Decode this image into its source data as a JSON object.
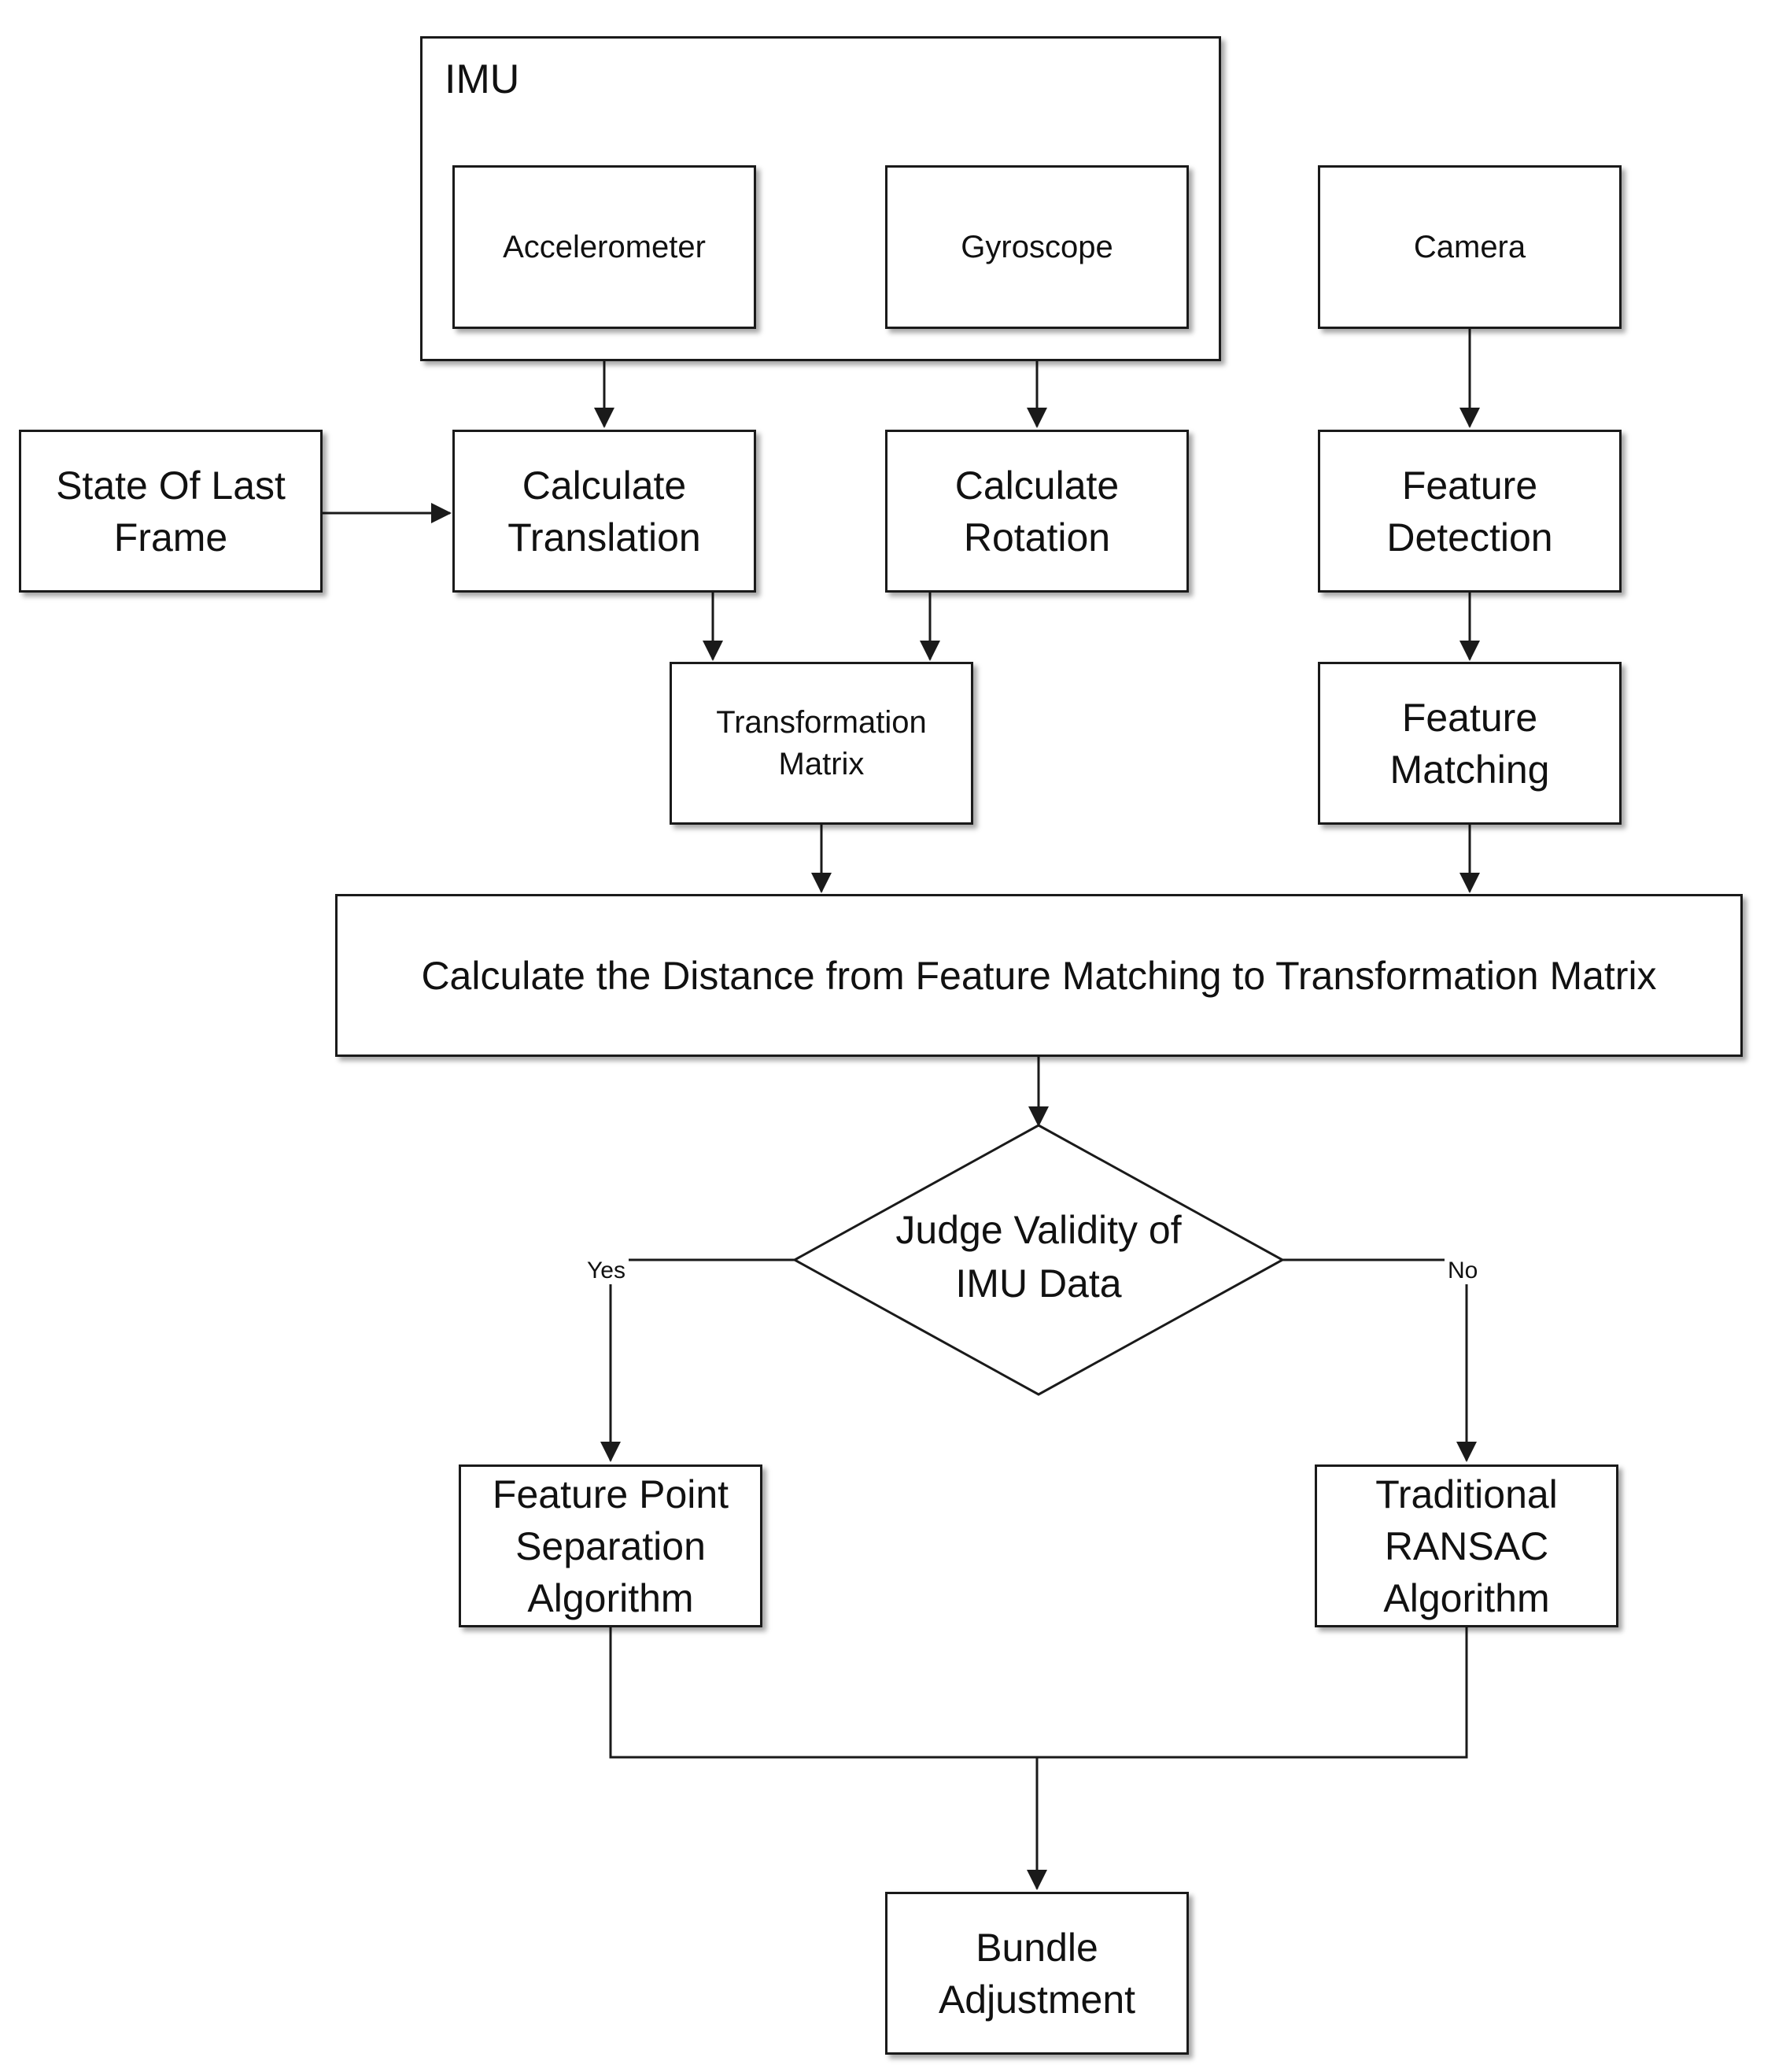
{
  "imu": {
    "title": "IMU"
  },
  "nodes": {
    "accelerometer": "Accelerometer",
    "gyroscope": "Gyroscope",
    "camera": "Camera",
    "state_of_last_frame": "State Of Last\nFrame",
    "calculate_translation": "Calculate\nTranslation",
    "calculate_rotation": "Calculate\nRotation",
    "feature_detection": "Feature\nDetection",
    "transformation_matrix": "Transformation\nMatrix",
    "feature_matching": "Feature\nMatching",
    "calculate_distance": "Calculate the Distance from Feature Matching to Transformation Matrix",
    "judge_validity": "Judge Validity of\nIMU Data",
    "feature_point_separation": "Feature Point\nSeparation\nAlgorithm",
    "traditional_ransac": "Traditional\nRANSAC\nAlgorithm",
    "bundle_adjustment": "Bundle\nAdjustment"
  },
  "edges": {
    "yes_label": "Yes",
    "no_label": "No"
  }
}
